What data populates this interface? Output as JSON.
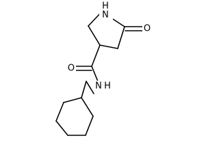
{
  "molecule": {
    "atom_labels": {
      "ring_nitrogen": "N",
      "ring_hydrogen": "H",
      "ring_oxygen": "O",
      "amide_oxygen": "O",
      "amide_nitrogen": "N",
      "amide_hydrogen": "H"
    },
    "colors": {
      "bond": "#000000",
      "label": "#000000",
      "background": "#ffffff"
    }
  }
}
